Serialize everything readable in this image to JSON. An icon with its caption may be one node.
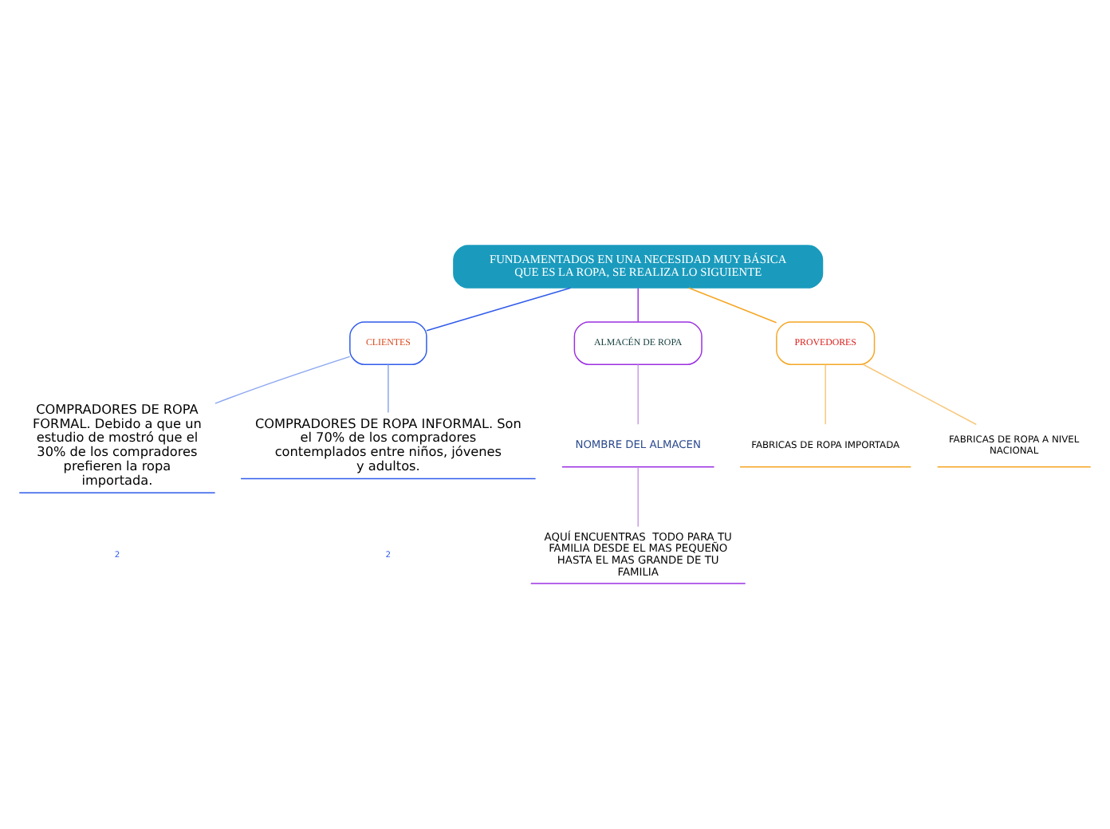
{
  "diagram": {
    "nodes": [
      {
        "text": [
          "FUNDAMENTADOS EN UNA NECESIDAD MUY BÁSICA QUE ES LA ROPA, SE REALIZA LO SIGUIENTE"
        ]
      },
      {
        "text": [
          "CLIENTES"
        ]
      },
      {
        "text": [
          "ALMACÉN DE ROPA"
        ]
      },
      {
        "text": [
          "PROVEDORES"
        ]
      },
      {
        "text": [
          "COMPRADORES DE ROPA FORMAL. Debido a que un estudio de mostró que el 30% de los compradores prefieren la ropa importada."
        ]
      },
      {
        "text": [
          "COMPRADORES DE ROPA INFORMAL. Son el 70% de los compradores contemplados entre niños, jóvenes y adultos."
        ]
      },
      {
        "text": [
          "NOMBRE DEL ALMACEN"
        ]
      },
      {
        "text": [
          "AQUÍ ENCUENTRAS  TODO PARA TU FAMILIA DESDE EL MAS PEQUEÑO HASTA EL MAS GRANDE DE TU FAMILIA"
        ]
      },
      {
        "text": [
          "FABRICAS DE ROPA IMPORTADA"
        ]
      },
      {
        "text": [
          "FABRICAS DE ROPA A NIVEL NACIONAL"
        ]
      }
    ],
    "edges": [
      {
        "from": 0,
        "to": 1,
        "arrow": "none",
        "color": "#2f5bea"
      },
      {
        "from": 0,
        "to": 2,
        "arrow": "none",
        "color": "#9b30e0"
      },
      {
        "from": 0,
        "to": 3,
        "arrow": "none",
        "color": "#f5a623"
      },
      {
        "from": 1,
        "to": 4,
        "arrow": "none",
        "color": "#8aa6f0"
      },
      {
        "from": 1,
        "to": 5,
        "arrow": "none",
        "color": "#8aa6f0"
      },
      {
        "from": 2,
        "to": 6,
        "arrow": "none",
        "color": "#c79be8"
      },
      {
        "from": 6,
        "to": 7,
        "arrow": "none",
        "color": "#c79be8"
      },
      {
        "from": 3,
        "to": 8,
        "arrow": "none",
        "color": "#f8c77a"
      },
      {
        "from": 3,
        "to": 9,
        "arrow": "none",
        "color": "#f8c77a"
      }
    ],
    "labels": [
      "2",
      "2"
    ]
  }
}
